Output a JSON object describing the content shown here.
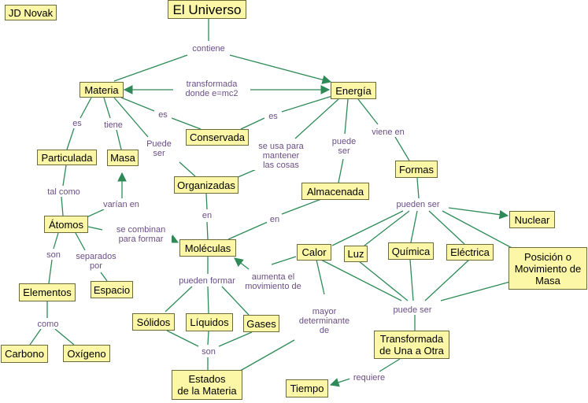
{
  "author": "JD Novak",
  "colors": {
    "node_fill": "#fbf7a7",
    "node_border": "#6a6a3a",
    "line": "#2e8b57",
    "link_text": "#6b4f86"
  },
  "nodes": {
    "universo": "El Universo",
    "materia": "Materia",
    "energia": "Energía",
    "conservada": "Conservada",
    "particulada": "Particulada",
    "masa": "Masa",
    "organizadas": "Organizadas",
    "almacenada": "Almacenada",
    "formas": "Formas",
    "nuclear": "Nuclear",
    "atomos": "Átomos",
    "moleculas": "Moléculas",
    "calor": "Calor",
    "luz": "Luz",
    "quimica": "Química",
    "electrica": "Eléctrica",
    "posicion": "Posición o\nMovimiento de\nMasa",
    "elementos": "Elementos",
    "espacio": "Espacio",
    "solidos": "Sólidos",
    "liquidos": "Líquidos",
    "gases": "Gases",
    "carbono": "Carbono",
    "oxigeno": "Oxígeno",
    "estados": "Estados\nde la Materia",
    "transformada": "Transformada\nde Una a Otra",
    "tiempo": "Tiempo"
  },
  "links": {
    "contiene": "contiene",
    "transformada_emc2": "transformada\ndonde e=mc2",
    "es_1": "es",
    "es_2": "es",
    "es_3": "es",
    "tiene": "tiene",
    "puede_ser_1": "Puede\nser",
    "se_usa": "se usa para\nmantener\nlas cosas",
    "puede_ser_2": "puede\nser",
    "viene_en": "viene en",
    "tal_como": "tal como",
    "varian_en": "varían en",
    "en_1": "en",
    "en_2": "en",
    "pueden_ser": "pueden ser",
    "se_combinan": "se combinan\npara formar",
    "son_1": "son",
    "separados_por": "separados\npor",
    "aumenta": "aumenta el\nmovimiento de",
    "mayor": "mayor\ndeterminante\nde",
    "pueden_formar": "pueden formar",
    "puede_ser_3": "puede ser",
    "como": "como",
    "son_2": "son",
    "requiere": "requiere"
  }
}
